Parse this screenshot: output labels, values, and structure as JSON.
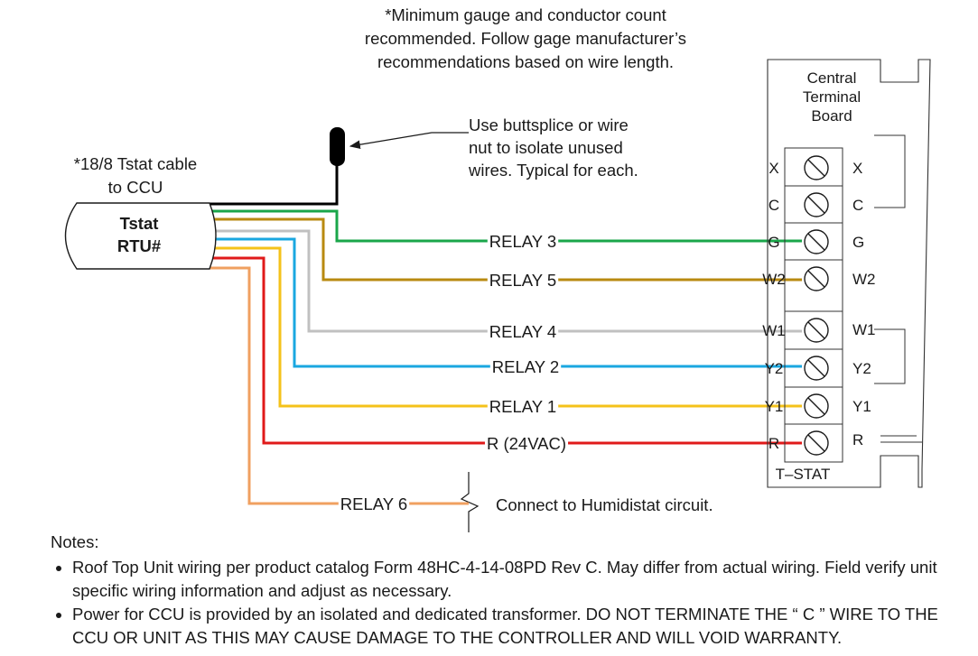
{
  "footnote": [
    "*Minimum gauge and conductor count",
    "recommended. Follow gage manufacturer’s",
    "recommendations based on wire length."
  ],
  "cable_label": [
    "*18/8 Tstat cable",
    "to CCU"
  ],
  "cable_end": {
    "line1": "Tstat",
    "line2": "RTU#"
  },
  "splice_callout": [
    "Use buttsplice or wire",
    "nut to isolate unused",
    "wires. Typical for each."
  ],
  "board": {
    "title": [
      "Central",
      "Terminal",
      "Board"
    ],
    "footer": "T–STAT",
    "terminals_left": [
      "X",
      "C",
      "G",
      "W2",
      "W1",
      "Y2",
      "Y1",
      "R"
    ],
    "terminals_right": [
      "X",
      "C",
      "G",
      "W2",
      "W1",
      "Y2",
      "Y1",
      "R"
    ]
  },
  "wires": [
    {
      "label": "RELAY 3",
      "color": "#1aa64a"
    },
    {
      "label": "RELAY 5",
      "color": "#b88a10"
    },
    {
      "label": "RELAY 4",
      "color": "#c0c0c0"
    },
    {
      "label": "RELAY 2",
      "color": "#1aa7e0"
    },
    {
      "label": "RELAY 1",
      "color": "#f4c21a"
    },
    {
      "label": "R (24VAC)",
      "color": "#e01a1a"
    },
    {
      "label": "RELAY 6",
      "color": "#f0a060"
    }
  ],
  "unused_wire_color": "#000000",
  "humidistat_label": "Connect to Humidistat circuit.",
  "notes": {
    "heading": "Notes:",
    "items": [
      "Roof Top Unit wiring per product catalog Form 48HC-4-14-08PD Rev C. May differ from actual wiring. Field verify unit specific wiring information and adjust as necessary.",
      "Power for CCU is provided by an isolated and dedicated transformer. DO NOT TERMINATE THE “ C ” WIRE TO THE CCU OR UNIT AS THIS MAY CAUSE DAMAGE TO THE CONTROLLER AND WILL VOID WARRANTY."
    ]
  }
}
